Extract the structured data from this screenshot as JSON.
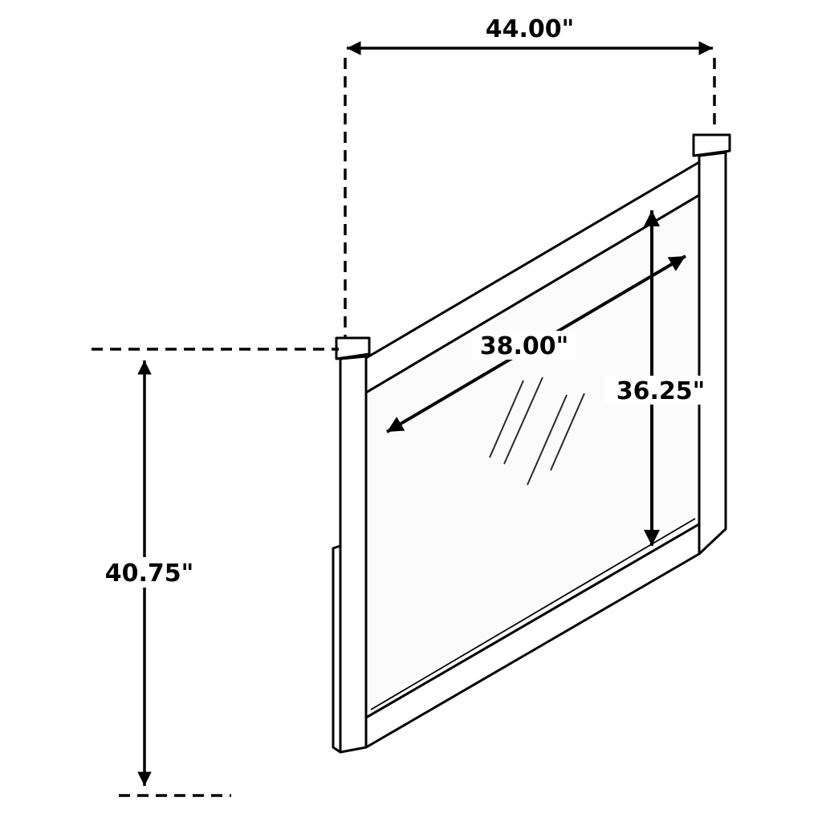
{
  "page": {
    "background": "#ffffff"
  },
  "diagram": {
    "type": "furniture-dimension-drawing",
    "subject": "mirror",
    "line_color": "#000000",
    "glass_color": "#fbfbfb",
    "labels": {
      "overall_width": "44.00\"",
      "overall_height": "40.75\"",
      "glass_width": "38.00\"",
      "glass_height": "36.25\""
    }
  }
}
